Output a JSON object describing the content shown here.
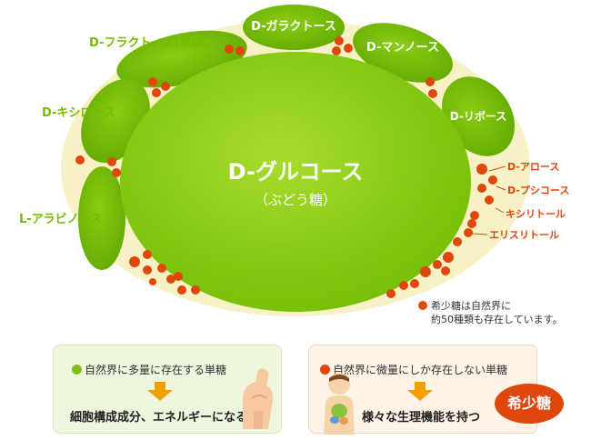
{
  "main_node": {
    "title": "D-グルコース",
    "subtitle": "（ぶどう糖）"
  },
  "surrounding_nodes": [
    {
      "label": "D-ガラクトース"
    },
    {
      "label": "D-フラクトース(果糖)"
    },
    {
      "label": "D-マンノース"
    },
    {
      "label": "D-キシロース"
    },
    {
      "label": "D-リボース"
    },
    {
      "label": "L-アラビノース"
    }
  ],
  "rare_sugar_labels": [
    {
      "label": "D-アロース"
    },
    {
      "label": "D-プシコース"
    },
    {
      "label": "キシリトール"
    },
    {
      "label": "エリスリトール"
    }
  ],
  "note": {
    "line1": "希少糖は自然界に",
    "line2": "約50種類も存在しています。"
  },
  "left_box": {
    "heading": "自然界に多量に存在する単糖",
    "result": "細胞構成成分、エネルギーになる",
    "icon": "flexing-arm-icon"
  },
  "right_box": {
    "heading": "自然界に微量にしか存在しない単糖",
    "result": "様々な生理機能を持つ",
    "badge": "希少糖",
    "icon": "human-body-icon"
  },
  "colors": {
    "green_dark": "#6ab400",
    "green_light": "#8ccf12",
    "label_green": "#77bb00",
    "rare_orange": "#e0470c",
    "arrow_orange": "#f2a000",
    "cream": "#f8f1c6",
    "left_box_bg": "#eef6dd",
    "right_box_bg": "#fdf3e6"
  }
}
